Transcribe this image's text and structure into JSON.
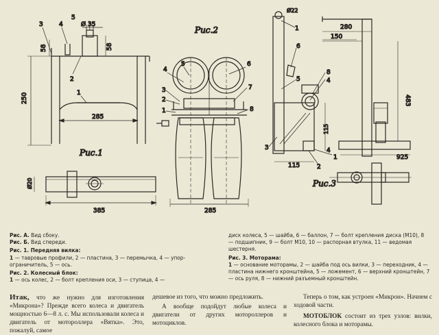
{
  "figures": {
    "fig_a_b": {
      "labels": [
        "3",
        "4",
        "5",
        "Ø 35",
        "58",
        "58",
        "2",
        "1",
        "250",
        "285",
        "Рис.1"
      ]
    },
    "fig_a_front": {
      "labels": [
        "Ø20",
        "385"
      ]
    },
    "fig2": {
      "title": "Рис.2",
      "labels": [
        "4",
        "5",
        "6",
        "3",
        "2",
        "1",
        "7",
        "8",
        "285"
      ]
    },
    "fig3": {
      "title": "Рис.3",
      "labels": [
        "Ø22",
        "1",
        "6",
        "5",
        "8",
        "4",
        "3",
        "280",
        "150",
        "115",
        "2",
        "1",
        "483",
        "925",
        "4",
        "115"
      ]
    }
  },
  "captions": {
    "left": [
      {
        "bold": "Рис. А.",
        "text": " Вид сбоку."
      },
      {
        "bold": "Рис. Б.",
        "text": " Вид спереди."
      },
      {
        "bold": "Рис. 1. Передняя вилка:",
        "text": ""
      },
      {
        "bold": "1",
        "text": " — тавровые профили, 2 — пластина, 3 — перемычка, 4 — упор-ограничитель, 5 — ось."
      },
      {
        "bold": "Рис. 2. Колесный блок:",
        "text": ""
      },
      {
        "bold": "1",
        "text": " — ось колес, 2 — болт крепления оси, 3 — ступица, 4 —"
      }
    ],
    "right": [
      {
        "bold": "",
        "text": "диск колеса, 5 — шайба, 6 — баллон, 7 — болт крепления диска (М10), 8 — подшипник, 9 — болт М10, 10 — распорная втулка, 11 — ведомая шестерня."
      },
      {
        "bold": "Рис. 3. Моторама:",
        "text": ""
      },
      {
        "bold": "1",
        "text": " — основание моторамы, 2 — шайба под ось вилки, 3 — переходник, 4 — пластина нижнего кронштейна, 5 — ложемент, 6 — верхний кронштейн, 7 — ось руля, 8 — нижний разъемный кронштейн."
      }
    ]
  },
  "article": {
    "col1": {
      "dropcap": "Итак,",
      "text": " что же нужно для изготовления «Микрона»? Прежде всего колеса и двигатель мощностью 6—8 л. с. Мы использовали колеса и двигатель от мотороллера «Вятка». Это, пожалуй, самое"
    },
    "col2a": "дешевое из того, что можно предложить.",
    "col2b": "А вообще подойдут любые колеса и двигатели от других мотороллеров и мотоциклов.",
    "col3a": "Теперь о том, как устроен «Микрон». Начнем с ходовой части.",
    "col3b_bold": "МОТОБЛОК",
    "col3b": " состоит из трех узлов: вилки, колесного блока и моторамы."
  }
}
